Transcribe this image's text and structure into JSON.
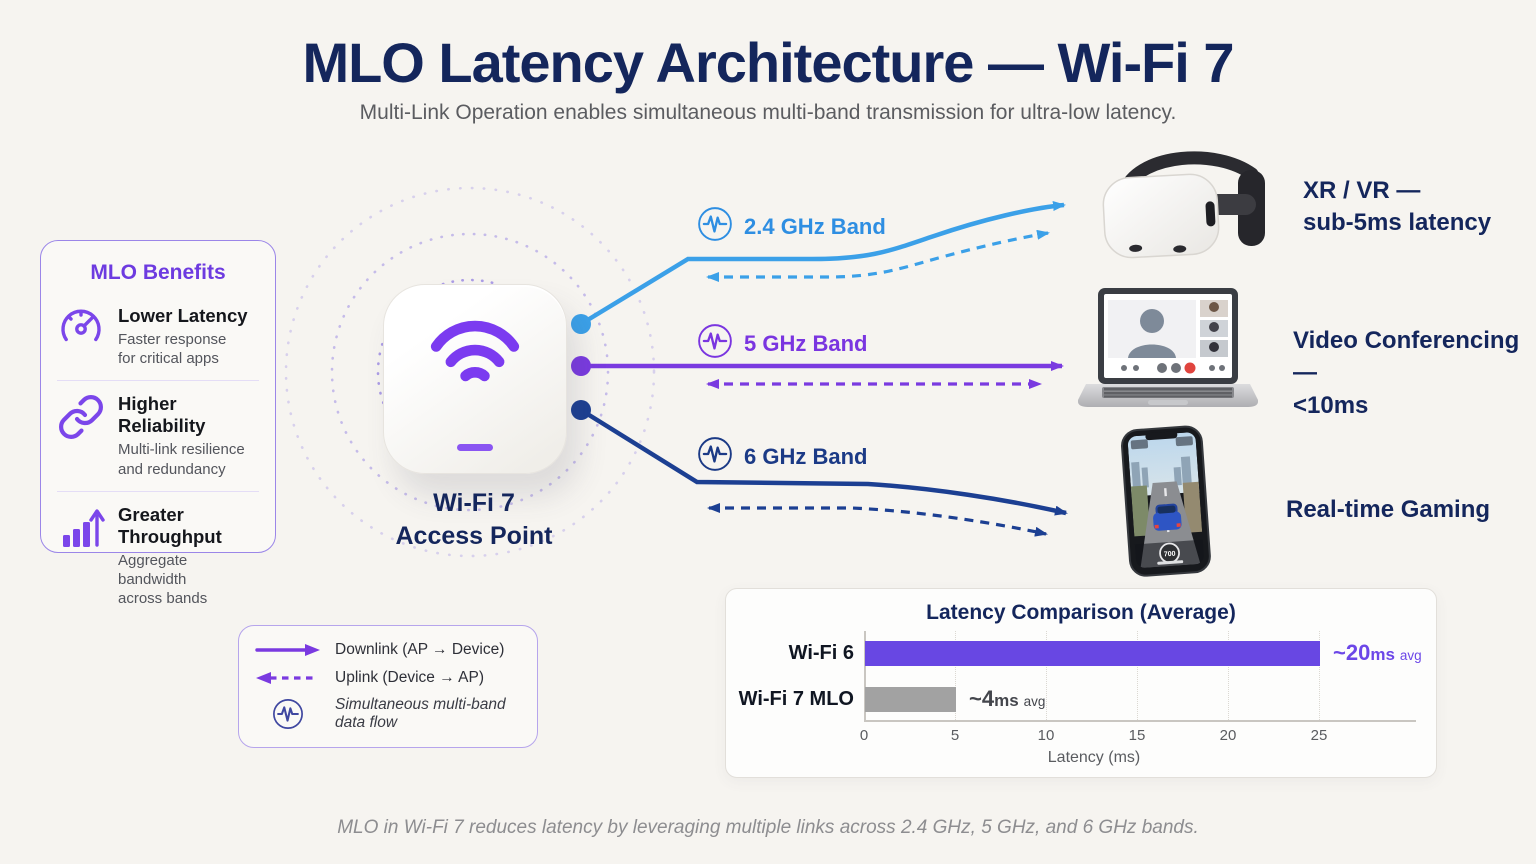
{
  "page": {
    "title": "MLO Latency Architecture — Wi-Fi 7",
    "subtitle": "Multi-Link Operation enables simultaneous multi-band transmission for ultra-low latency.",
    "footer": "MLO in Wi-Fi 7 reduces latency by leveraging multiple links across 2.4 GHz, 5 GHz, and 6 GHz bands."
  },
  "colors": {
    "title_navy": "#14265c",
    "accent_purple": "#7a3ae0",
    "band_blue": "#3ba0e8",
    "band_purple": "#7a35e0",
    "band_navy": "#1c3f92",
    "bar_purple": "#6847e3",
    "bar_gray": "#a2a2a2",
    "background": "#f6f4f0"
  },
  "benefits": {
    "title": "MLO Benefits",
    "items": [
      {
        "icon": "gauge-icon",
        "title": "Lower Latency",
        "desc": "Faster response\nfor critical apps"
      },
      {
        "icon": "chain-link-icon",
        "title": "Higher Reliability",
        "desc": "Multi-link resilience\nand redundancy"
      },
      {
        "icon": "bar-chart-icon",
        "title": "Greater Throughput",
        "desc": "Aggregate bandwidth\nacross bands"
      }
    ]
  },
  "access_point": {
    "label_line1": "Wi-Fi 7",
    "label_line2": "Access Point"
  },
  "bands": [
    {
      "icon": "waveform-icon",
      "label": "2.4 GHz Band",
      "color": "#3ba0e8"
    },
    {
      "icon": "waveform-icon",
      "label": "5 GHz Band",
      "color": "#7a35e0"
    },
    {
      "icon": "waveform-icon",
      "label": "6 GHz Band",
      "color": "#1c3f92"
    }
  ],
  "devices": [
    {
      "name": "vr-headset",
      "label_line1": "XR / VR —",
      "label_line2": "sub-5ms latency"
    },
    {
      "name": "laptop-video-conference",
      "label_line1": "Video Conferencing —",
      "label_line2": "<10ms"
    },
    {
      "name": "smartphone-gaming",
      "label_line1": "Real-time Gaming",
      "screen_badge": "700"
    }
  ],
  "legend": {
    "downlink": "Downlink (AP → Device)",
    "uplink": "Uplink (Device → AP)",
    "simultaneous": "Simultaneous multi-band data flow"
  },
  "chart_data": {
    "type": "bar",
    "orientation": "horizontal",
    "title": "Latency Comparison (Average)",
    "categories": [
      "Wi-Fi 6",
      "Wi-Fi 7 MLO"
    ],
    "values_ms": [
      20,
      4
    ],
    "bar_extents_ms": [
      25,
      5
    ],
    "bar_colors": [
      "#6847e3",
      "#a2a2a2"
    ],
    "bar_labels": [
      {
        "value": "~20",
        "unit": "ms",
        "suffix": "avg"
      },
      {
        "value": "~4",
        "unit": "ms",
        "suffix": "avg"
      }
    ],
    "xlabel": "Latency (ms)",
    "xticks": [
      0,
      5,
      10,
      15,
      20,
      25
    ],
    "xlim": [
      0,
      28
    ],
    "grid": "dotted-vertical",
    "legend_position": "none"
  }
}
